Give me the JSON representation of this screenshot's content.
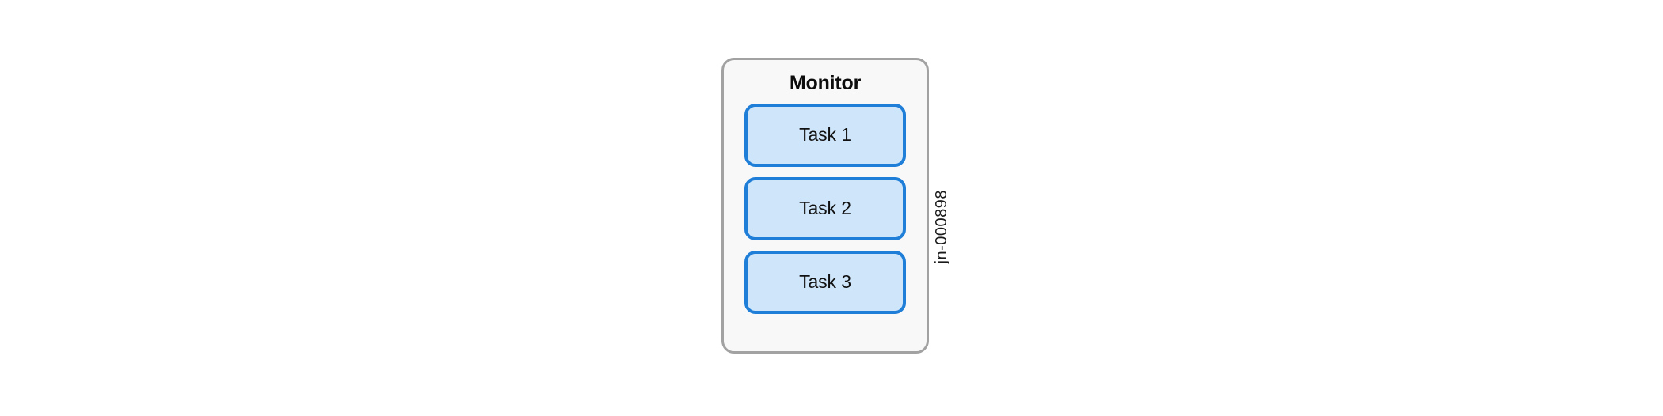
{
  "diagram": {
    "container": {
      "title": "Monitor",
      "border_color": "#a2a2a2",
      "fill_color": "#f8f8f8"
    },
    "tasks": [
      {
        "label": "Task 1"
      },
      {
        "label": "Task 2"
      },
      {
        "label": "Task 3"
      }
    ],
    "task_style": {
      "border_color": "#1f7ed8",
      "fill_color": "#cfe5fa",
      "text_color": "#111111"
    },
    "watermark": {
      "text": "jn-000898",
      "color": "#1a1a1a"
    }
  }
}
